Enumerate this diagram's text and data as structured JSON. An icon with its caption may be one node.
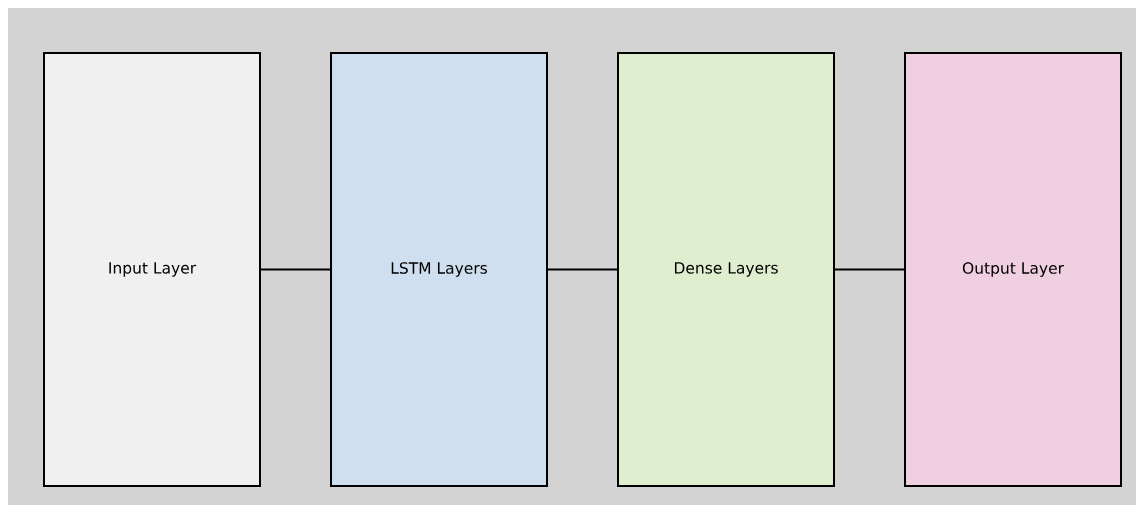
{
  "diagram": {
    "nodes": [
      {
        "text": [
          "Input Layer"
        ]
      },
      {
        "text": [
          "LSTM Layers"
        ]
      },
      {
        "text": [
          "Dense Layers"
        ]
      },
      {
        "text": [
          "Output Layer"
        ]
      }
    ],
    "edges": [
      {
        "from": 0,
        "to": 1,
        "arrow": "none"
      },
      {
        "from": 1,
        "to": 2,
        "arrow": "none"
      },
      {
        "from": 2,
        "to": 3,
        "arrow": "none"
      }
    ]
  }
}
